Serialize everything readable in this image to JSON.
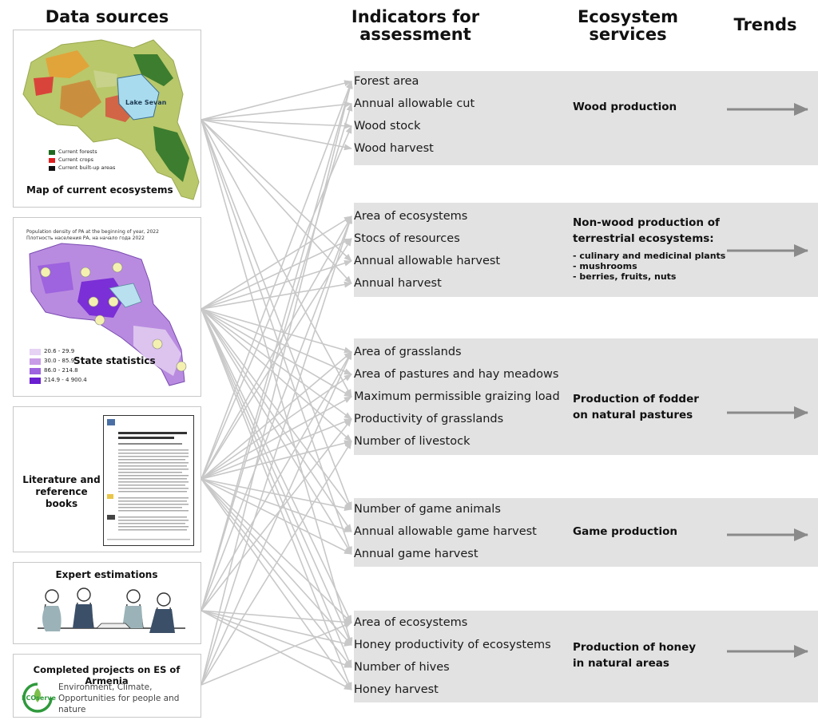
{
  "headers": {
    "data_sources": "Data sources",
    "indicators": "Indicators for assessment",
    "ecosystem_services": "Ecosystem services",
    "trends": "Trends"
  },
  "sources": {
    "map": {
      "caption": "Map of current ecosystems",
      "lake": "Lake Sevan",
      "legend": [
        "Current forests",
        "Current crops",
        "Current built-up areas"
      ]
    },
    "stats": {
      "caption": "State statistics",
      "title_lines": [
        "Population density of PA at the beginning of year, 2022",
        "Плотность населения РА, на начало года 2022"
      ],
      "legend": [
        "20.6 - 29.9",
        "30.0 - 85.9",
        "86.0 - 214.8",
        "214.9 - 4 900.4"
      ]
    },
    "literature": {
      "caption": "Literature and reference books"
    },
    "expert": {
      "caption": "Expert estimations"
    },
    "projects": {
      "caption": "Completed projects on ES of Armenia",
      "logo": "ECOserve",
      "tagline": "Environment, Climate, Opportunities for people and nature"
    }
  },
  "groups": [
    {
      "service": "Wood production",
      "sub": [],
      "indicators": [
        "Forest area",
        "Annual allowable cut",
        "Wood stock",
        "Wood harvest"
      ]
    },
    {
      "service": "Non-wood production of terrestrial ecosystems:",
      "sub": [
        "- culinary and medicinal plants",
        "- mushrooms",
        "- berries, fruits, nuts"
      ],
      "indicators": [
        "Area of ecosystems",
        "Stocs of resources",
        "Annual allowable harvest",
        "Annual harvest"
      ]
    },
    {
      "service": "Production of fodder on natural pastures",
      "sub": [],
      "indicators": [
        "Area of grasslands",
        "Area of pastures and hay meadows",
        "Maximum permissible graizing load",
        "Productivity of grasslands",
        "Number of livestock"
      ]
    },
    {
      "service": "Game production",
      "sub": [],
      "indicators": [
        "Number of game animals",
        "Annual allowable game harvest",
        "Annual game harvest"
      ]
    },
    {
      "service": "Production of honey in natural areas",
      "sub": [],
      "indicators": [
        "Area of ecosystems",
        "Honey productivity of ecosystems",
        "Number of hives",
        "Honey harvest"
      ]
    }
  ],
  "colors": {
    "band": "#e2e2e2",
    "connector": "#c8c8c8",
    "arrow": "#8a8a8a"
  }
}
